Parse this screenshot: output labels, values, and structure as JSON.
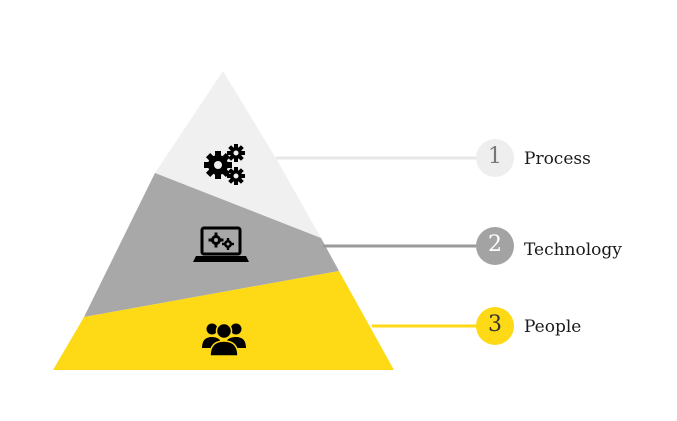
{
  "layers": [
    {
      "number": "1",
      "label": "Process",
      "color": "#f0f0f0",
      "circle_color": "#eeeeee",
      "number_color": "#777777",
      "icon": "gears-icon"
    },
    {
      "number": "2",
      "label": "Technology",
      "color": "#a8a8a8",
      "circle_color": "#a3a3a3",
      "number_color": "#ffffff",
      "icon": "laptop-gears-icon"
    },
    {
      "number": "3",
      "label": "People",
      "color": "#fdd916",
      "circle_color": "#fdd916",
      "number_color": "#333333",
      "icon": "people-group-icon"
    }
  ],
  "connector_colors": [
    "#e8e8e8",
    "#9a9a9a",
    "#fdd916"
  ]
}
